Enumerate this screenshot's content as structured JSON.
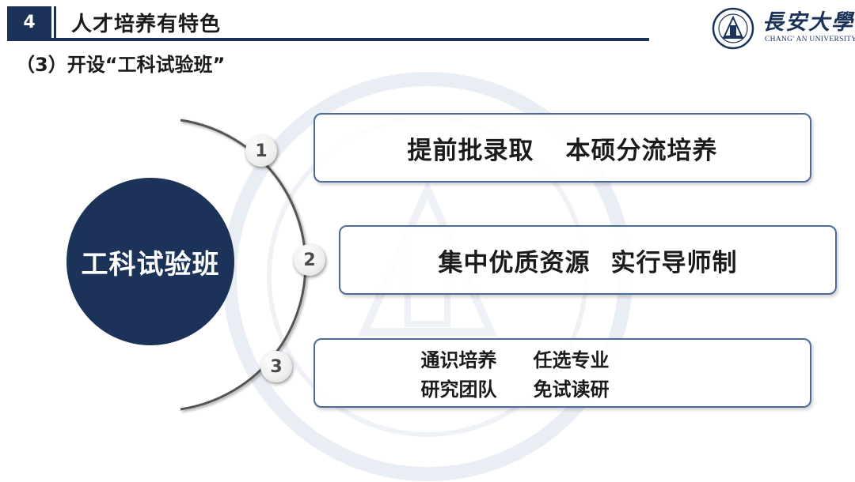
{
  "header": {
    "section_number": "4",
    "title": "人才培养有特色"
  },
  "subtitle": "（3）开设“工科试验班”",
  "logo": {
    "name_cn": "長安大學",
    "name_en": "CHANG' AN UNIVERSITY"
  },
  "center": {
    "label": "工科试验班"
  },
  "items": [
    {
      "number": "1",
      "parts": [
        "提前批录取",
        "本硕分流培养"
      ]
    },
    {
      "number": "2",
      "parts": [
        "集中优质资源",
        "实行导师制"
      ]
    },
    {
      "number": "3",
      "parts": [
        "通识培养",
        "任选专业",
        "研究团队",
        "免试读研"
      ]
    }
  ],
  "colors": {
    "navy": "#1b3358",
    "card_border": "#4c6a9c"
  }
}
